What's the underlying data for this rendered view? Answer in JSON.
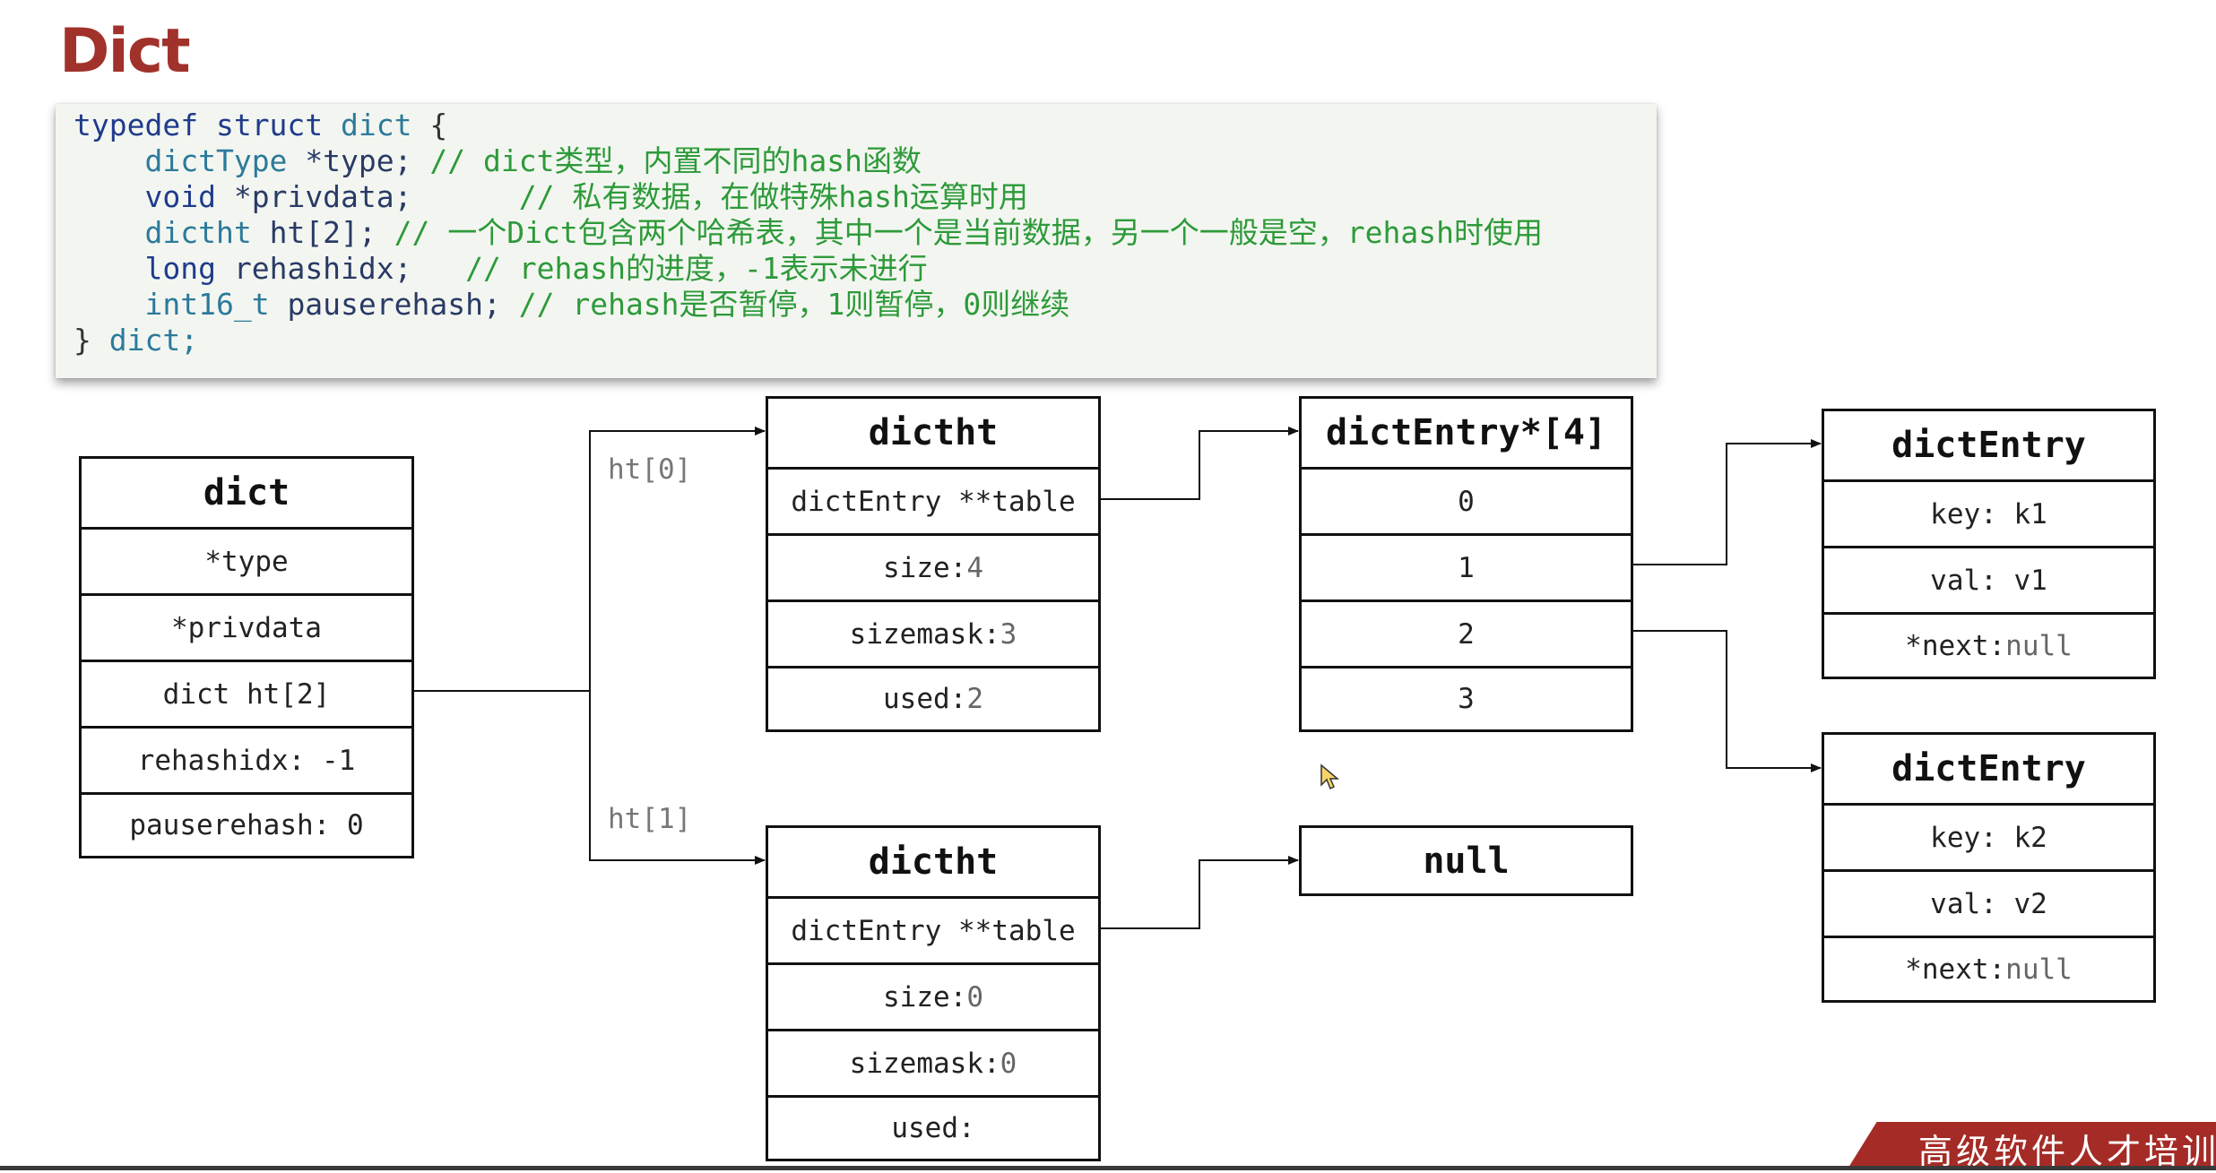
{
  "title": "Dict",
  "code": {
    "line1": {
      "kw1": "typedef",
      "kw2": "struct",
      "name": "dict",
      "brace": "{"
    },
    "line2": {
      "type": "dictType",
      "name": "*type;",
      "comment": "// dict类型，内置不同的hash函数"
    },
    "line3": {
      "type": "void",
      "name": "*privdata;",
      "comment": "// 私有数据，在做特殊hash运算时用"
    },
    "line4": {
      "type": "dictht",
      "name": "ht[2];",
      "comment": "// 一个Dict包含两个哈希表，其中一个是当前数据，另一个一般是空，rehash时使用"
    },
    "line5": {
      "type": "long",
      "name": "rehashidx;",
      "comment": "// rehash的进度，-1表示未进行"
    },
    "line6": {
      "type": "int16_t",
      "name": "pauserehash;",
      "comment": "// rehash是否暂停，1则暂停，0则继续"
    },
    "line7": {
      "brace": "}",
      "name": "dict;"
    }
  },
  "dict_box": {
    "head": "dict",
    "rows": [
      "*type",
      "*privdata",
      "dict ht[2]",
      "rehashidx: -1",
      "pauserehash: 0"
    ]
  },
  "labels": {
    "ht0": "ht[0]",
    "ht1": "ht[1]"
  },
  "dictht0": {
    "head": "dictht",
    "table": "dictEntry **table",
    "size_label": "size:",
    "size_val": "4",
    "sizemask_label": "sizemask:",
    "sizemask_val": "3",
    "used_label": "used:",
    "used_val": "2"
  },
  "dictht1": {
    "head": "dictht",
    "table": "dictEntry **table",
    "size_label": "size:",
    "size_val": "0",
    "sizemask_label": "sizemask:",
    "sizemask_val": "0",
    "used_label": "used:"
  },
  "entry_array": {
    "head": "dictEntry*[4]",
    "slots": [
      "0",
      "1",
      "2",
      "3"
    ]
  },
  "null_box": "null",
  "entry1": {
    "head": "dictEntry",
    "key": "key: k1",
    "val": "val: v1",
    "next_label": "*next:",
    "next_val": "null"
  },
  "entry2": {
    "head": "dictEntry",
    "key": "key: k2",
    "val": "val: v2",
    "next_label": "*next:",
    "next_val": "null"
  },
  "brand": "高级软件人才培训"
}
